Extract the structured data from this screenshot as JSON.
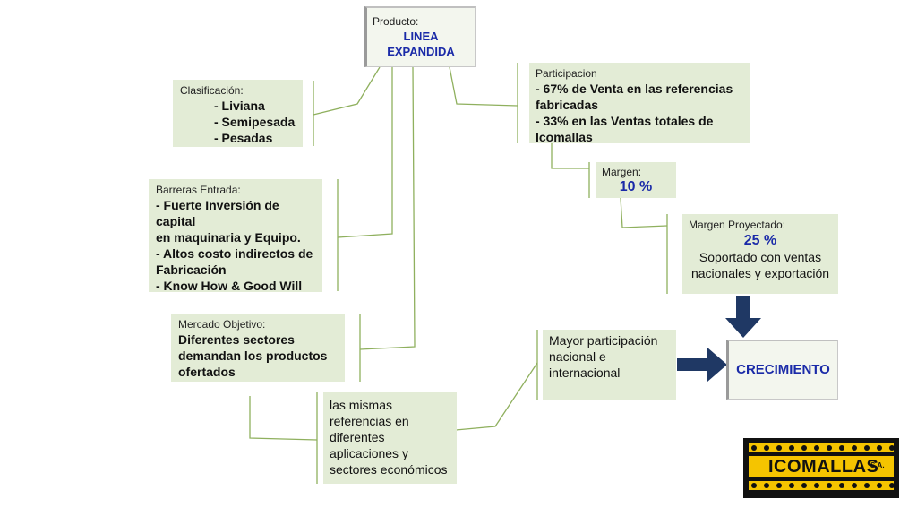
{
  "producto": {
    "label": "Producto:",
    "value_line1": "LINEA",
    "value_line2": "EXPANDIDA"
  },
  "clasificacion": {
    "label": "Clasificación:",
    "items": [
      "- Liviana",
      "- Semipesada",
      "- Pesadas"
    ]
  },
  "barreras": {
    "label": "Barreras Entrada:",
    "lines": [
      "- Fuerte Inversión de capital",
      "en maquinaria y Equipo.",
      "- Altos costo indirectos de",
      "Fabricación",
      "- Know How & Good Will"
    ]
  },
  "mercado": {
    "label": "Mercado Objetivo:",
    "lines": [
      "Diferentes sectores",
      "demandan los productos",
      "ofertados"
    ]
  },
  "referencias": {
    "lines": [
      "las mismas",
      "referencias en",
      "diferentes",
      "aplicaciones y",
      "sectores económicos"
    ]
  },
  "participacion": {
    "label": "Participacion",
    "lines": [
      "- 67% de Venta en las referencias",
      "fabricadas",
      "- 33% en las Ventas totales de",
      "Icomallas"
    ]
  },
  "margen": {
    "label": "Margen:",
    "value": "10 %"
  },
  "margen_proyectado": {
    "label": "Margen Proyectado:",
    "value": "25 %",
    "lines": [
      "Soportado con ventas",
      "nacionales y exportación"
    ]
  },
  "mayor": {
    "lines": [
      "Mayor participación",
      "nacional e",
      "internacional"
    ]
  },
  "crecimiento": {
    "label": "CRECIMIENTO"
  },
  "logo": {
    "text": "ICOMALLAS",
    "suffix": "S.A."
  },
  "colors": {
    "box_fill": "#e3ecd6",
    "connector": "#8fb05e",
    "arrow": "#1f3864",
    "accent_text": "#1a2aa8",
    "logo_yellow": "#f5c400"
  }
}
